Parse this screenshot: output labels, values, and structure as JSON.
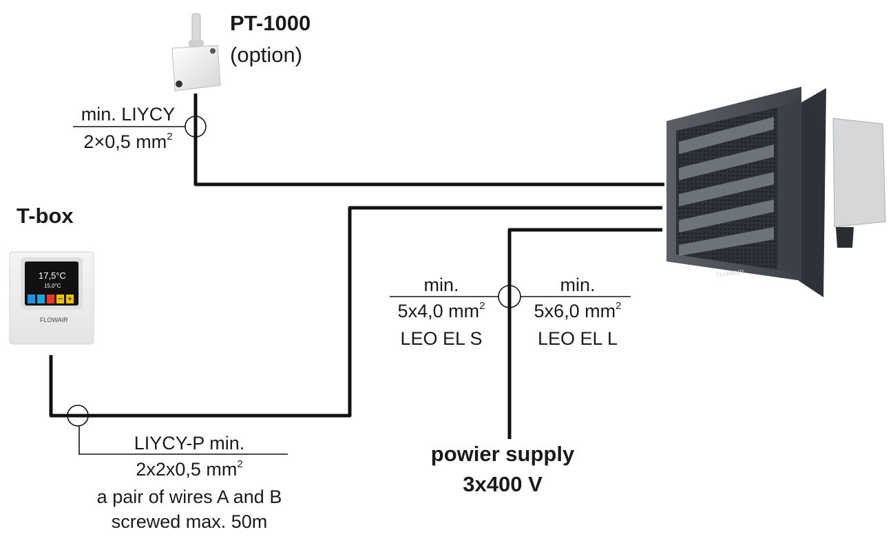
{
  "sensor": {
    "title": "PT-1000",
    "note": "(option)"
  },
  "sensor_cable": {
    "line1": "min. LIYCY",
    "line2": "2×0,5 mm",
    "sup": "2"
  },
  "tbox": {
    "title": "T-box",
    "screen_temp": "17,5°C",
    "screen_set": "15,0°C",
    "brand": "FLOWAIR",
    "btn_minus": "−",
    "btn_plus": "+"
  },
  "tbox_cable": {
    "line1": "LIYCY-P min.",
    "line2": "2x2x0,5 mm",
    "sup": "2",
    "line3": "a pair of wires A and B",
    "line4": "screwed max. 50m"
  },
  "power_cable_s": {
    "line1": "min.",
    "line2": "5x4,0 mm",
    "sup": "2",
    "line3": "LEO EL S"
  },
  "power_cable_l": {
    "line1": "min.",
    "line2": "5x6,0 mm",
    "sup": "2",
    "line3": "LEO EL L"
  },
  "power_supply": {
    "line1": "powier supply",
    "line2": "3x400 V"
  },
  "heater": {
    "brand": "FLOWAIR"
  },
  "colors": {
    "wire": "#111111",
    "heater_body": "#4a4f57",
    "heater_dark": "#2c3036",
    "box_white": "#f2f2f2"
  }
}
